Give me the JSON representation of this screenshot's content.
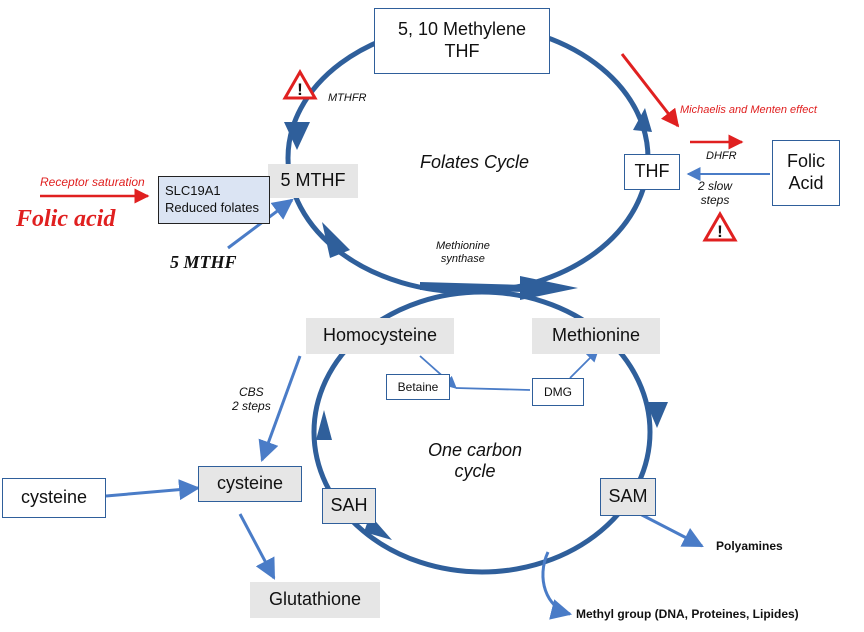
{
  "nodes": {
    "methylene_thf": [
      "5, 10 Methylene",
      "THF"
    ],
    "thf": "THF",
    "folic_acid_box": [
      "Folic",
      "Acid"
    ],
    "mthf_box": "5 MTHF",
    "slc19a1": [
      "SLC19A1",
      "Reduced folates"
    ],
    "homocysteine": "Homocysteine",
    "methionine": "Methionine",
    "betaine": "Betaine",
    "dmg": "DMG",
    "cysteine_left": "cysteine",
    "cysteine_center": "cysteine",
    "sah": "SAH",
    "sam": "SAM",
    "glutathione": "Glutathione"
  },
  "labels": {
    "folates_cycle": "Folates Cycle",
    "one_carbon_cycle": [
      "One carbon",
      "cycle"
    ],
    "mthfr": "MTHFR",
    "dhfr": "DHFR",
    "two_slow_steps": [
      "2 slow",
      "steps"
    ],
    "michaelis_menten": "Michaelis and Menten  effect",
    "receptor_saturation": "Receptor saturation",
    "folic_acid_red": "Folic acid",
    "five_mthf_bold": "5 MTHF",
    "methionine_synthase": [
      "Methionine",
      "synthase"
    ],
    "cbs": [
      "CBS",
      "2 steps"
    ],
    "polyamines": "Polyamines",
    "methyl_group": "Methyl group (DNA, Proteines, Lipides)"
  },
  "colors": {
    "cycle_blue": "#2f5f9b",
    "arrow_blue": "#4a7cc7",
    "warning_red": "#e02020",
    "grey_box": "#e6e6e6",
    "slc_box": "#dbe4f3"
  },
  "icons": [
    "warning-triangle-icon"
  ]
}
